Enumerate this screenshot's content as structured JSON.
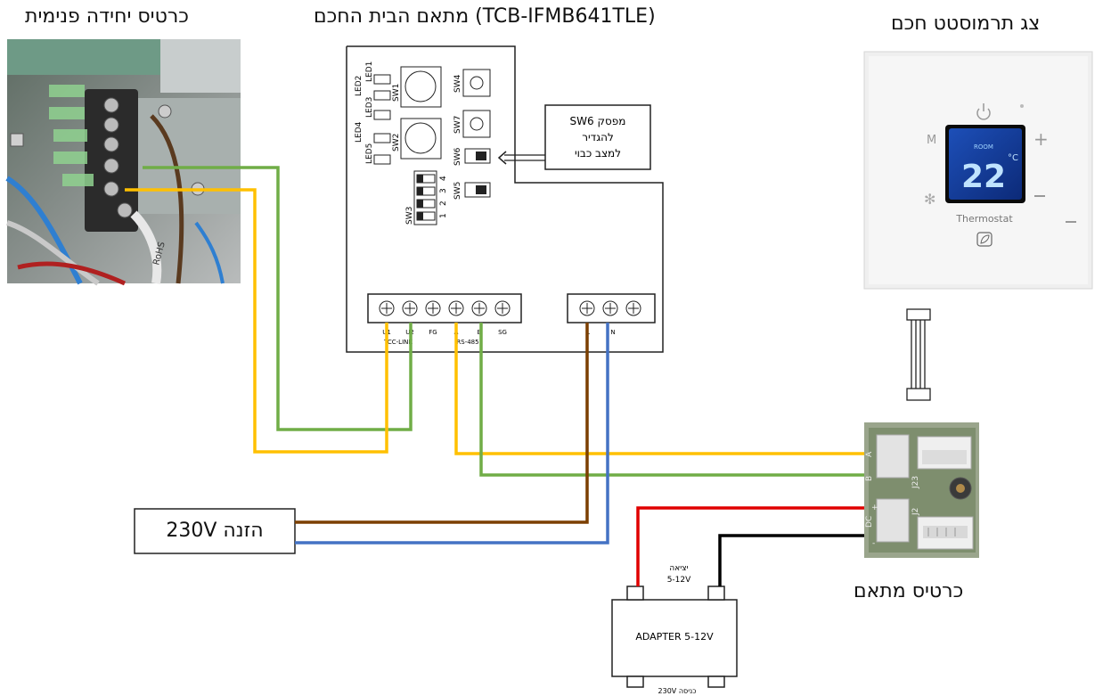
{
  "titles": {
    "indoor_board": "כרטיס יחידה פנימית",
    "smart_home_adapter": "(TCB-IFMB641TLE) מתאם הבית החכם",
    "thermostat_panel": "צג תרמוסטט חכם",
    "adapter_card": "כרטיס מתאם",
    "power_supply": "הזנה 230V"
  },
  "adapter_box": {
    "switches": [
      "SW1",
      "SW2",
      "SW3",
      "SW4",
      "SW5",
      "SW6",
      "SW7"
    ],
    "leds": [
      "LED1",
      "LED2",
      "LED3",
      "LED4",
      "LED5"
    ],
    "dip_numbers": [
      "4",
      "3",
      "2",
      "1"
    ],
    "terminal_labels": [
      "U1",
      "U2",
      "FG",
      "A",
      "B",
      "SG"
    ],
    "terminal_group_labels": [
      "TCC-LINK",
      "RS-485"
    ],
    "power_terminal_labels": [
      "L",
      "N"
    ],
    "callout": [
      "מפסק SW6",
      "להגדיר",
      "למצב כבוי"
    ]
  },
  "thermostat": {
    "room_label": "ROOM",
    "temperature": "22",
    "unit": "°C",
    "brand": "Thermostat",
    "left_buttons": [
      "M"
    ]
  },
  "adapter_card_labels": [
    "A",
    "B",
    "J2",
    "J23",
    "DC",
    "+",
    "-"
  ],
  "psu": {
    "label": "ADAPTER 5-12V",
    "output_label": "יציאה",
    "output_value": "5-12V",
    "input_label": "כניסה 230V"
  },
  "indoor_photo": {
    "labels": [
      "RoHS"
    ]
  },
  "colors": {
    "yellow": "#FFC000",
    "green": "#70AD47",
    "brown": "#7B3F00",
    "blue": "#4472C4",
    "red": "#E00000",
    "black": "#000000"
  }
}
